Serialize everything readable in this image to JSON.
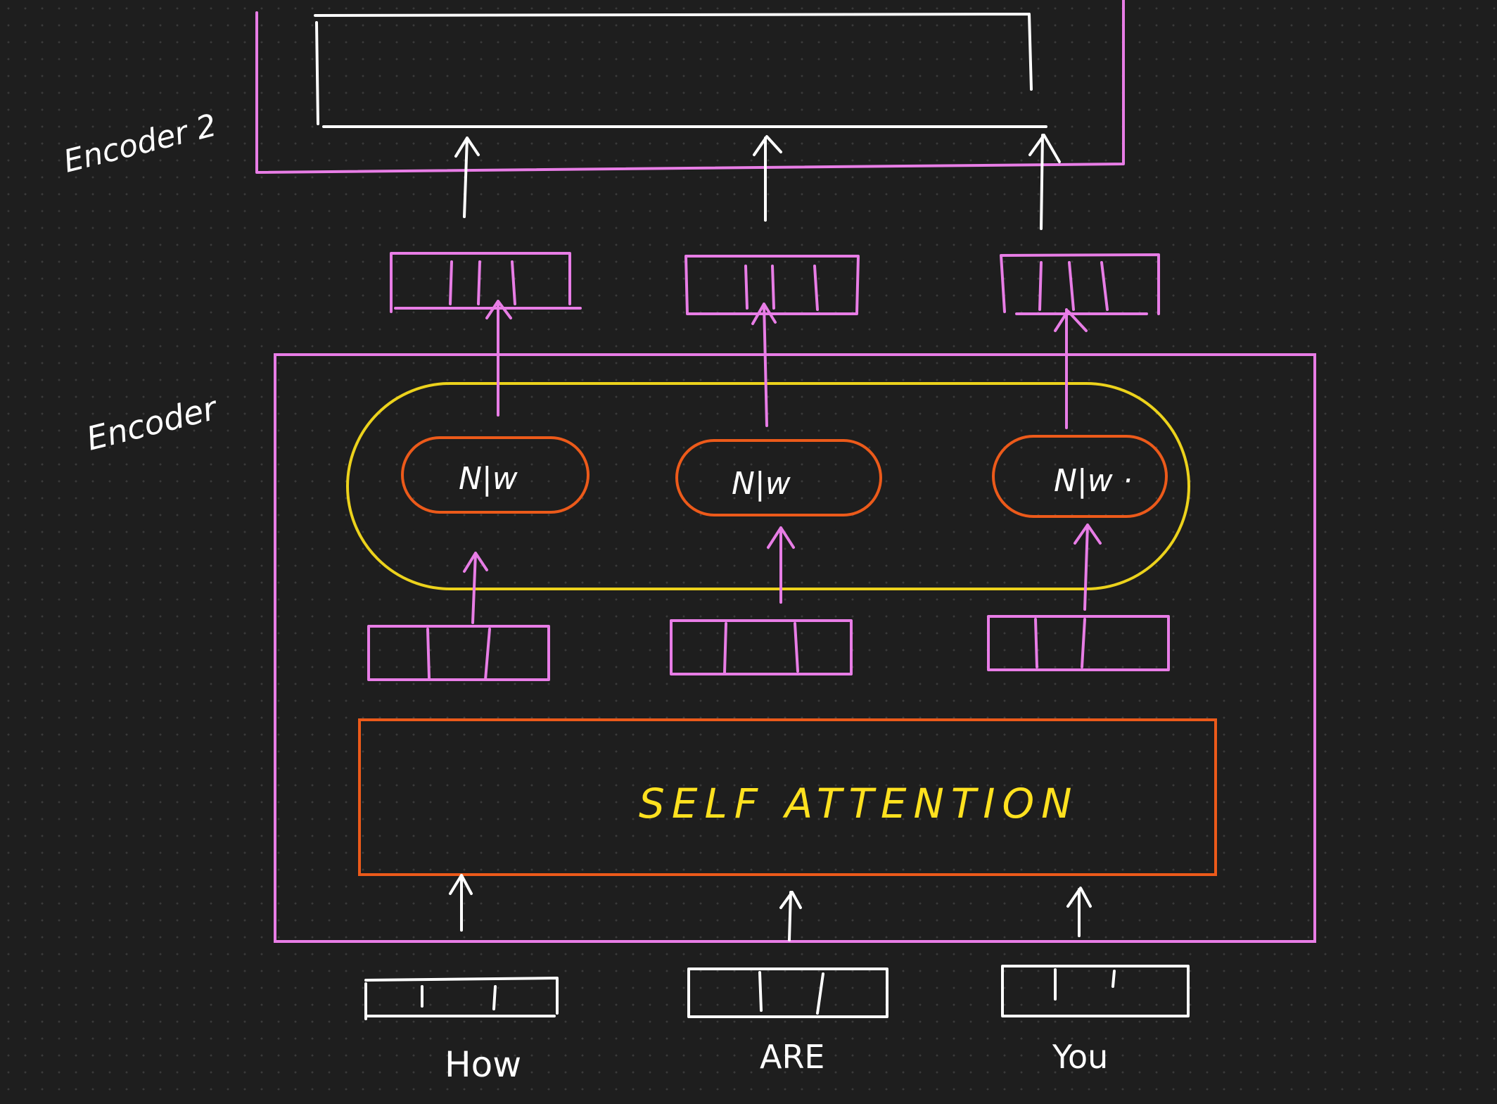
{
  "labels": {
    "encoder_2": "Encoder 2",
    "encoder": "Encoder",
    "self_attention": "SELF ATTENTION",
    "nn_1": "N|w",
    "nn_2": "N|w",
    "nn_3": "N|w ·",
    "word_1": "How",
    "word_2": "ARE",
    "word_3": "You"
  },
  "colors": {
    "background": "#1e1e1e",
    "dots": "#3a3a3a",
    "encoder_box": "#e87de6",
    "encoder2_box": "#e87de6",
    "ffn_container": "#ecd21c",
    "nn_pills": "#ec5a1a",
    "self_attention_box": "#ec5a1a",
    "self_attention_text": "#ffe11f",
    "input_vectors": "#ffffff",
    "arrows_white": "#ffffff",
    "arrows_pink": "#e87de6"
  }
}
